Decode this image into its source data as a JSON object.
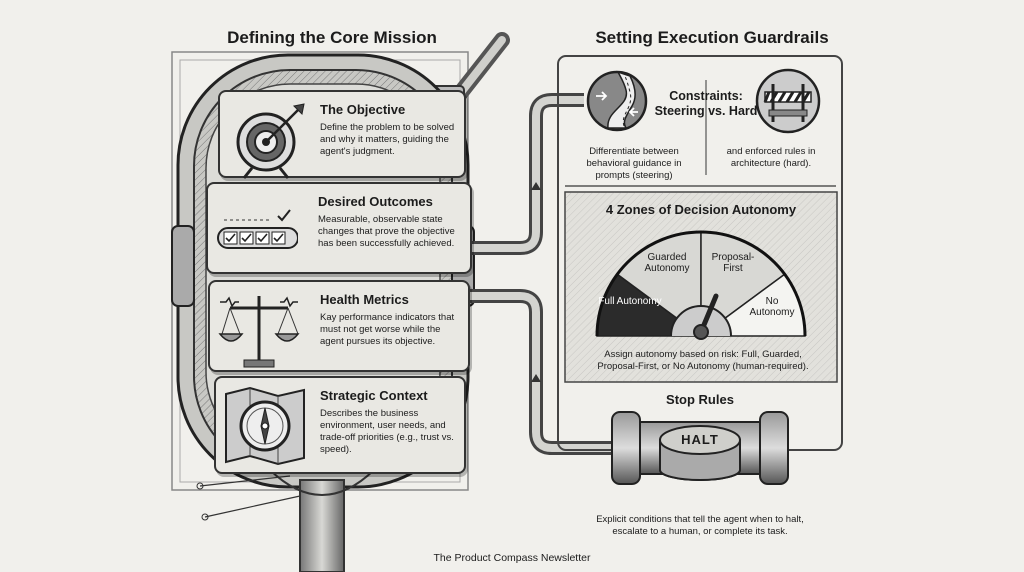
{
  "headings": {
    "left": "Defining the Core Mission",
    "right": "Setting Execution Guardrails"
  },
  "mission": [
    {
      "title": "The Objective",
      "desc": "Define the problem to be solved and why it matters, guiding the agent's judgment.",
      "icon": "target-arrow-icon"
    },
    {
      "title": "Desired Outcomes",
      "desc": "Measurable, observable state changes that prove the objective has been successfully achieved.",
      "icon": "checklist-progress-icon"
    },
    {
      "title": "Health Metrics",
      "desc": "Kay performance indicators that must not get worse while the agent pursues its objective.",
      "icon": "balance-scale-icon"
    },
    {
      "title": "Strategic Context",
      "desc": "Describes the business environment, user needs, and trade-off priorities (e.g., trust vs. speed).",
      "icon": "compass-map-icon"
    }
  ],
  "constraints": {
    "title": "Constraints: Steering vs. Hard",
    "left_desc": "Differentiate between behavioral guidance in prompts (steering)",
    "right_desc": "and enforced rules in architecture (hard)."
  },
  "zones": {
    "title": "4 Zones of Decision Autonomy",
    "labels": [
      "Full Autonomy",
      "Guarded Autonomy",
      "Proposal-First",
      "No Autonomy"
    ],
    "caption": "Assign autonomy based on risk: Full, Guarded, Proposal-First, or No Autonomy (human-required).",
    "dark_color": "#2b2b2b"
  },
  "stop": {
    "title": "Stop Rules",
    "button_label": "HALT",
    "desc": "Explicit conditions that tell the agent when to halt, escalate to a human, or complete its task."
  },
  "footer": "The Product Compass Newsletter"
}
